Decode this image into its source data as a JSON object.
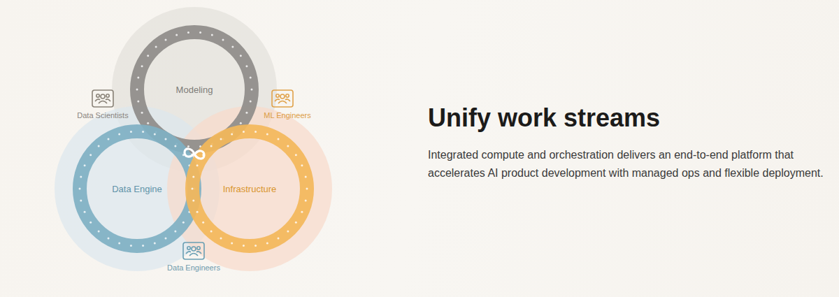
{
  "diagram": {
    "title": "Unify work streams",
    "nodes": [
      {
        "text": [
          "Modeling"
        ]
      },
      {
        "text": [
          "Data Engine"
        ]
      },
      {
        "text": [
          "Infrastructure"
        ]
      }
    ],
    "labels": [
      "Data Scientists",
      "ML Engineers",
      "Data Engineers",
      "Integrated compute and orchestration delivers an end-to-end platform that accelerates AI product development with managed ops and flexible deployment."
    ]
  }
}
